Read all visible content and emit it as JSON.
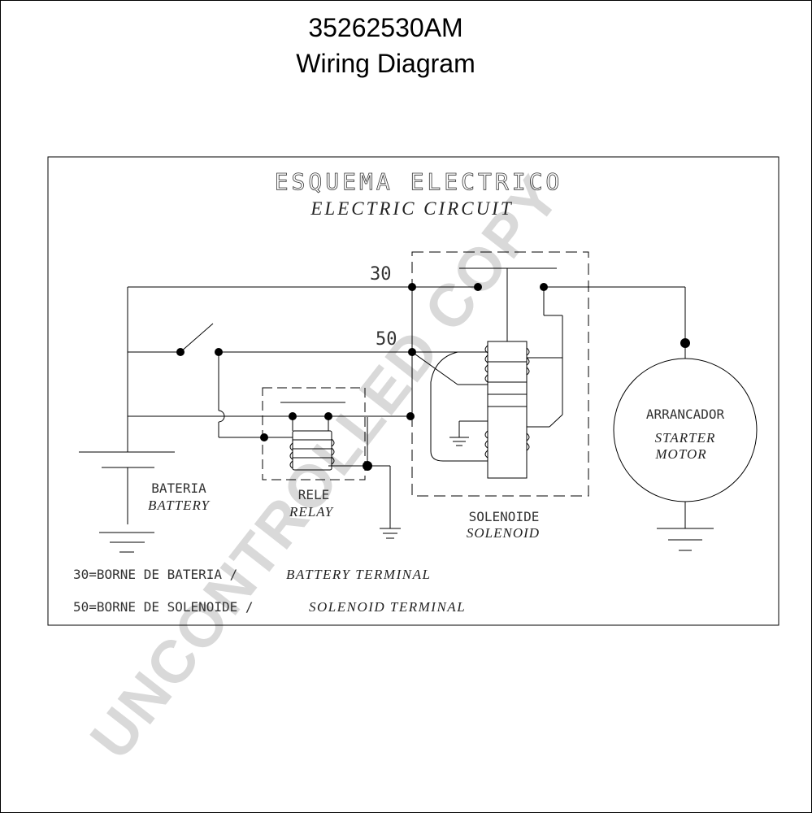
{
  "header": {
    "part_number": "35262530AM",
    "subtitle": "Wiring Diagram"
  },
  "diagram": {
    "heading_es": "ESQUEMA ELECTRICO",
    "heading_en": "ELECTRIC CIRCUIT",
    "terminal_30": "30",
    "terminal_50": "50",
    "battery_es": "BATERIA",
    "battery_en": "BATTERY",
    "relay_es": "RELE",
    "relay_en": "RELAY",
    "solenoid_es": "SOLENOIDE",
    "solenoid_en": "SOLENOID",
    "starter_es": "ARRANCADOR",
    "starter_en_1": "STARTER",
    "starter_en_2": "MOTOR",
    "legend_30_es": "30=BORNE DE BATERIA /",
    "legend_30_en": "BATTERY TERMINAL",
    "legend_50_es": "50=BORNE DE SOLENOIDE /",
    "legend_50_en": "SOLENOID TERMINAL"
  },
  "watermark": {
    "text": "UNCONTROLLED COPY",
    "color": "#d9d9d9"
  }
}
